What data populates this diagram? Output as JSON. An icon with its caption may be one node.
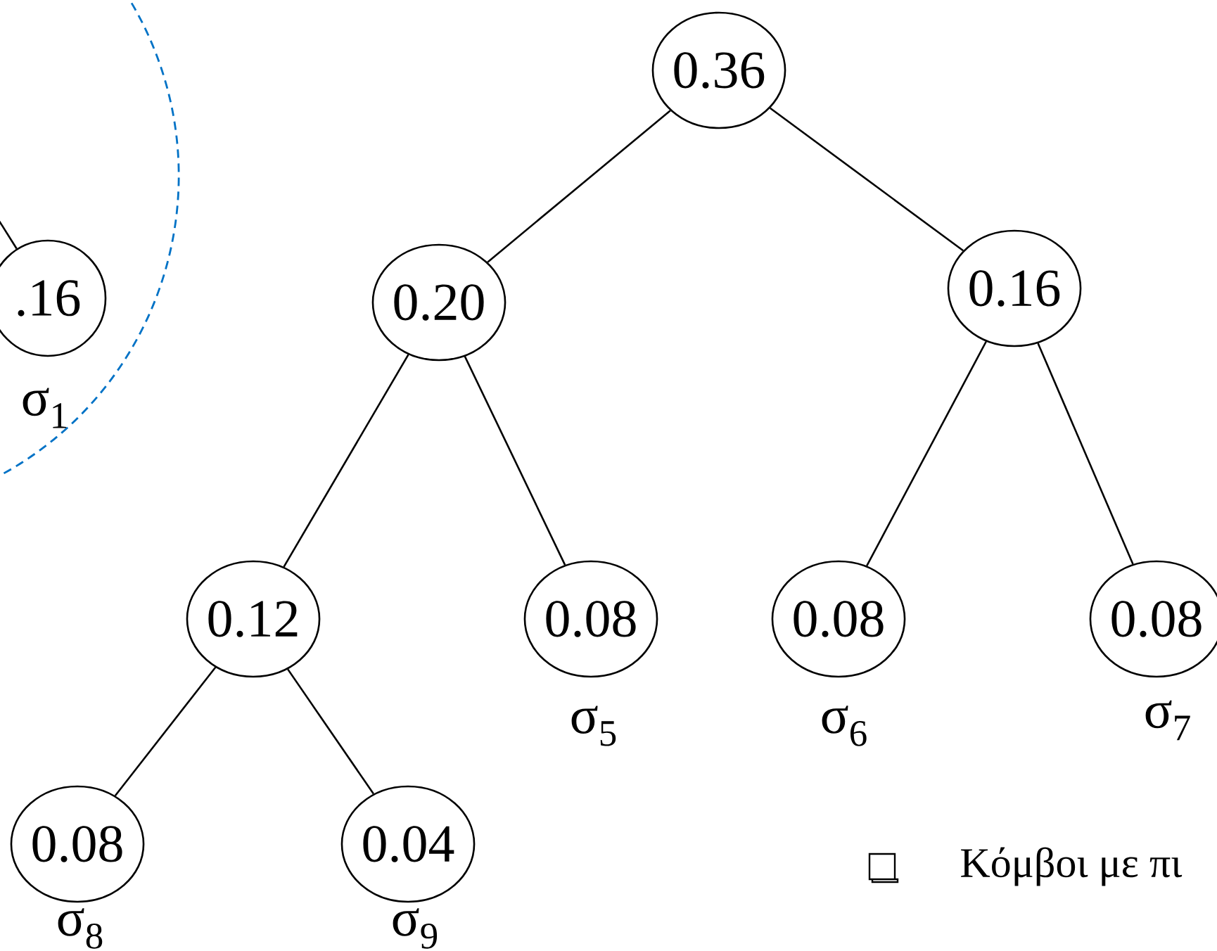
{
  "diagram": {
    "nodes": [
      {
        "text": [
          ".16"
        ],
        "beside": [
          "σ$_{1}$"
        ]
      },
      {
        "text": [
          "0.36"
        ]
      },
      {
        "text": [
          "0.20"
        ]
      },
      {
        "text": [
          "0.16"
        ]
      },
      {
        "text": [
          "0.12"
        ]
      },
      {
        "text": [
          "0.08"
        ],
        "beside": [
          "σ$_{5}$"
        ]
      },
      {
        "text": [
          "0.08"
        ],
        "beside": [
          "σ$_{6}$"
        ]
      },
      {
        "text": [
          "0.08"
        ],
        "beside": [
          "σ$_{7}$"
        ]
      },
      {
        "text": [
          "0.08"
        ],
        "beside": [
          "σ$_{8}$"
        ]
      },
      {
        "text": [
          "0.04"
        ],
        "beside": [
          "σ$_{9}$"
        ]
      }
    ],
    "edges": [
      {
        "from": null,
        "to": 0,
        "arrow": "none"
      },
      {
        "from": 1,
        "to": 2,
        "arrow": "none"
      },
      {
        "from": 1,
        "to": 3,
        "arrow": "none"
      },
      {
        "from": 2,
        "to": 4,
        "arrow": "none"
      },
      {
        "from": 2,
        "to": 5,
        "arrow": "none"
      },
      {
        "from": 3,
        "to": 6,
        "arrow": "none"
      },
      {
        "from": 3,
        "to": 7,
        "arrow": "none"
      },
      {
        "from": 4,
        "to": 8,
        "arrow": "none"
      },
      {
        "from": 4,
        "to": 9,
        "arrow": "none"
      }
    ],
    "labels": [
      "Κόμβοι με πι"
    ]
  }
}
